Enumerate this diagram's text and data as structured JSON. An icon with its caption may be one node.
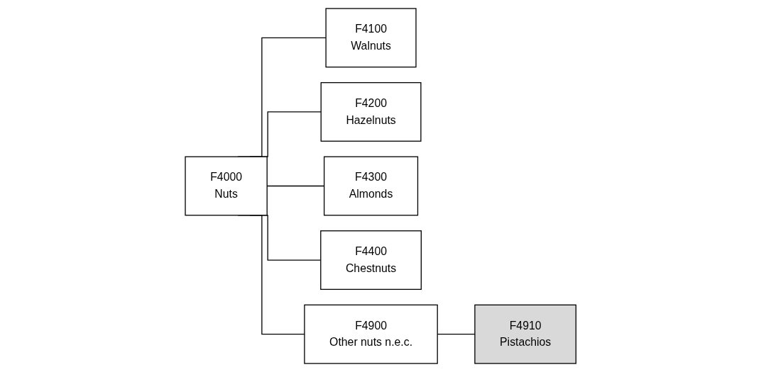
{
  "diagram": {
    "nodes": [
      {
        "text": [
          "F4000",
          "Nuts"
        ]
      },
      {
        "text": [
          "F4100",
          "Walnuts"
        ]
      },
      {
        "text": [
          "F4200",
          "Hazelnuts"
        ]
      },
      {
        "text": [
          "F4300",
          "Almonds"
        ]
      },
      {
        "text": [
          "F4400",
          "Chestnuts"
        ]
      },
      {
        "text": [
          "F4900",
          "Other nuts n.e.c."
        ]
      },
      {
        "text": [
          "F4910",
          "Pistachios"
        ]
      }
    ],
    "edges": [
      {
        "from": 0,
        "to": 1,
        "arrow": "none"
      },
      {
        "from": 0,
        "to": 2,
        "arrow": "none"
      },
      {
        "from": 0,
        "to": 3,
        "arrow": "none"
      },
      {
        "from": 0,
        "to": 4,
        "arrow": "none"
      },
      {
        "from": 0,
        "to": 5,
        "arrow": "none"
      },
      {
        "from": 5,
        "to": 6,
        "arrow": "none"
      }
    ]
  }
}
